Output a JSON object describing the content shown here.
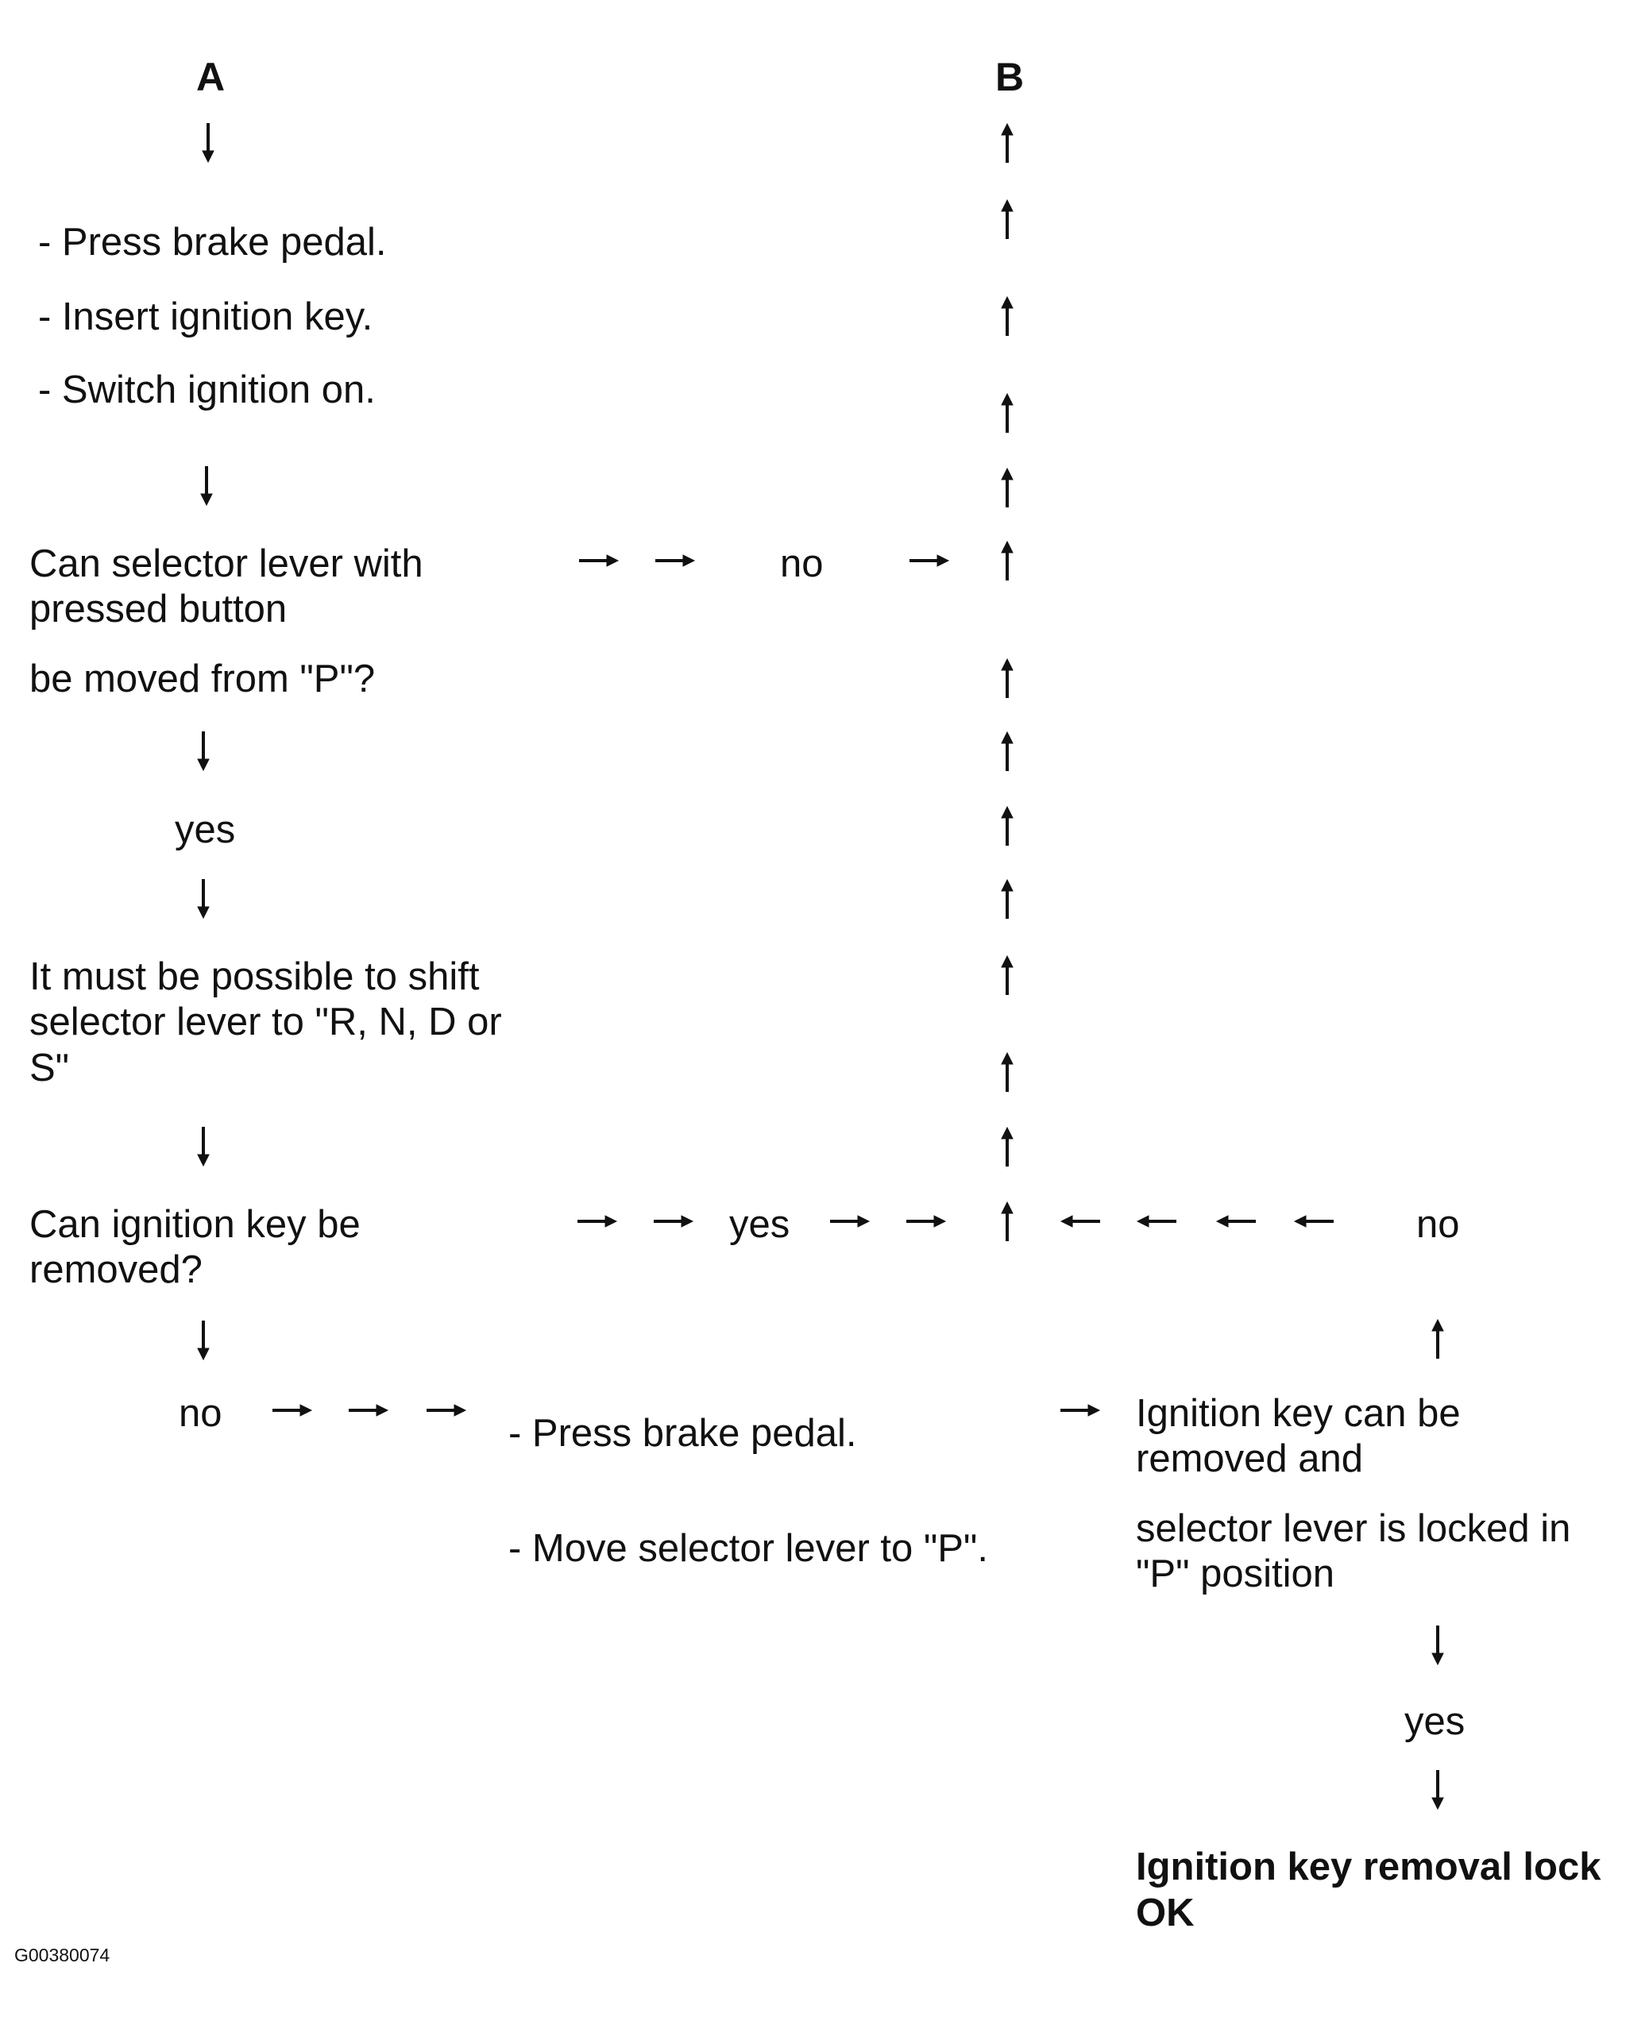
{
  "labels": {
    "a": "A",
    "b": "B"
  },
  "left": {
    "step1": [
      "- Press brake pedal.",
      "- Insert ignition key.",
      "- Switch ignition on."
    ],
    "q1_line1": "Can selector lever with",
    "q1_line2": "pressed button",
    "q1_line3": "be moved from \"P\"?",
    "yes1": "yes",
    "shift_line1": "It must be possible to shift",
    "shift_line2": "selector lever to \"R, N, D or",
    "shift_line3": "S\"",
    "q2_line1": "Can ignition key be",
    "q2_line2": "removed?",
    "no2": "no"
  },
  "middle": {
    "no1": "no",
    "yes2": "yes",
    "step2": [
      "- Press brake pedal.",
      "- Move selector lever to \"P\"."
    ]
  },
  "right": {
    "no3": "no",
    "result_line1": "Ignition key can be",
    "result_line2": "removed and",
    "result_line3": "selector lever is locked in",
    "result_line4": "\"P\" position",
    "yes3": "yes",
    "final_line1": "Ignition key removal lock",
    "final_line2": "OK"
  },
  "figure_id": "G00380074"
}
